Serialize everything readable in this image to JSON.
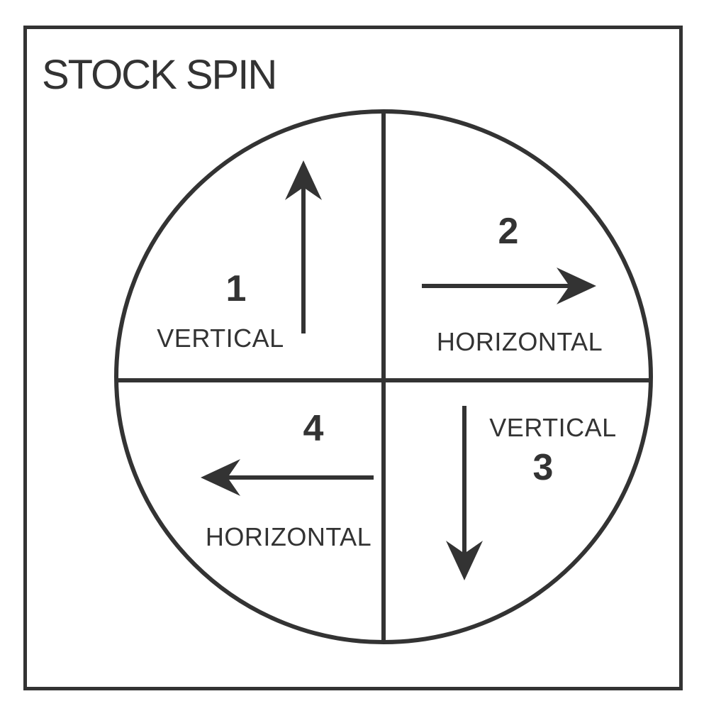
{
  "title": "STOCK SPIN",
  "colors": {
    "ink": "#333333",
    "background": "#ffffff"
  },
  "diagram": {
    "name": "stock-spin-quadrant-diagram",
    "shape": "circle divided into four quadrants by a vertical and horizontal diameter",
    "quadrants": [
      {
        "position": "top-left",
        "number": "1",
        "label": "VERTICAL",
        "arrow_direction": "up"
      },
      {
        "position": "top-right",
        "number": "2",
        "label": "HORIZONTAL",
        "arrow_direction": "right"
      },
      {
        "position": "bottom-right",
        "number": "3",
        "label": "VERTICAL",
        "arrow_direction": "down"
      },
      {
        "position": "bottom-left",
        "number": "4",
        "label": "HORIZONTAL",
        "arrow_direction": "left"
      }
    ]
  }
}
